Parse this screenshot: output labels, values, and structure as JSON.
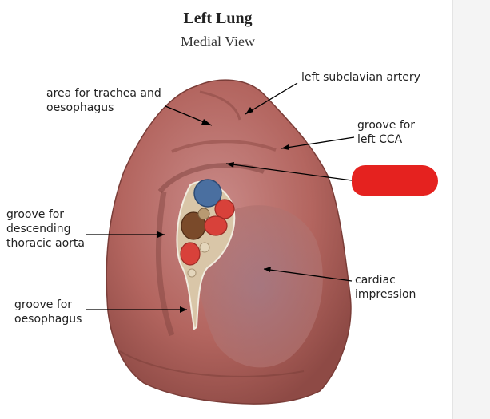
{
  "title": "Left Lung",
  "subtitle": "Medial View",
  "labels": {
    "trachea": "area for trachea and\noesophagus",
    "subclavian": "left subclavian artery",
    "cca": "groove for\nleft CCA",
    "aorta": "groove for\ndescending\nthoracic aorta",
    "cardiac": "cardiac\nimpression",
    "oesophagus": "groove for\noesophagus"
  },
  "colors": {
    "lung": "#b96a66",
    "annotation_marker": "#e5221f",
    "vessel_blue": "#4a6fa0",
    "vessel_red": "#d8413a",
    "bronchus": "#7a4a2a"
  }
}
